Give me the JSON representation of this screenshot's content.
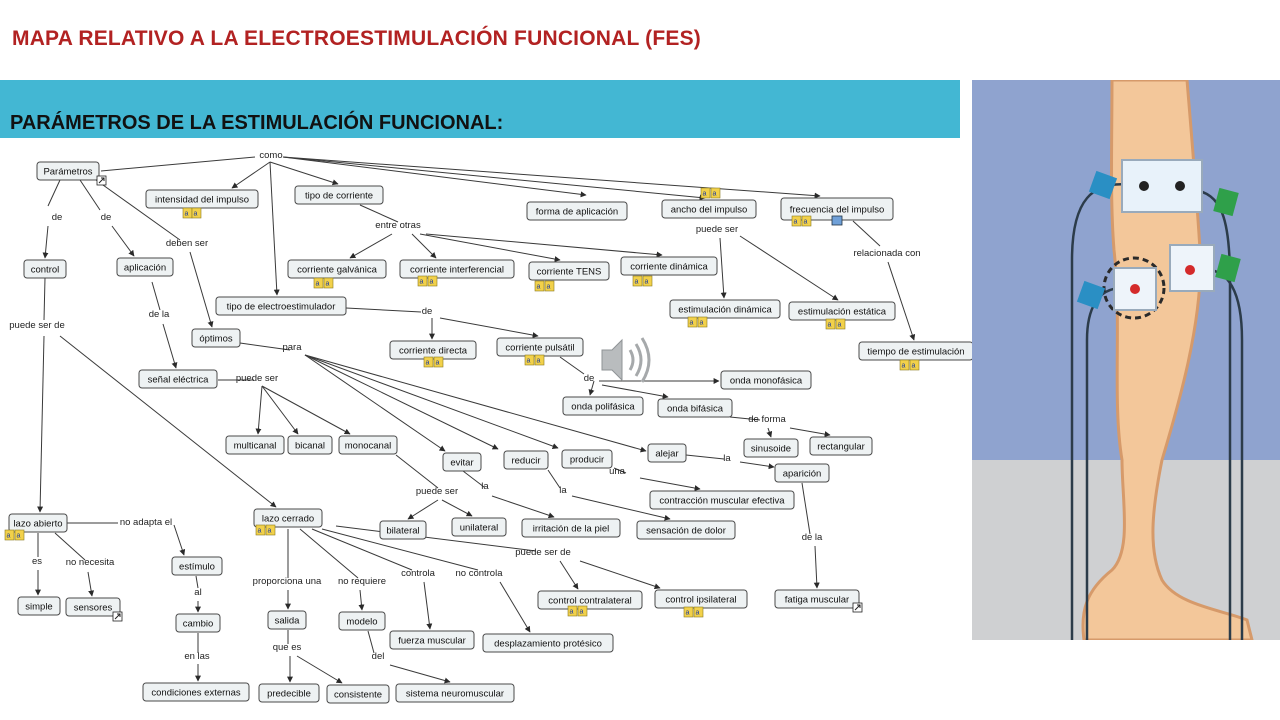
{
  "header": {
    "title": "MAPA RELATIVO A LA ELECTROESTIMULACIÓN FUNCIONAL (FES)",
    "subtitle": "PARÁMETROS DE LA ESTIMULACIÓN FUNCIONAL:"
  },
  "map": {
    "nodes": [
      {
        "id": "parametros",
        "text": "Parámetros"
      },
      {
        "id": "intensidad",
        "text": "intensidad del impulso"
      },
      {
        "id": "tipo_corriente",
        "text": "tipo de corriente"
      },
      {
        "id": "forma_aplicacion",
        "text": "forma de aplicación"
      },
      {
        "id": "ancho",
        "text": "ancho del impulso"
      },
      {
        "id": "frecuencia",
        "text": "frecuencia del impulso"
      },
      {
        "id": "control",
        "text": "control"
      },
      {
        "id": "aplicacion",
        "text": "aplicación"
      },
      {
        "id": "galvanica",
        "text": "corriente galvánica"
      },
      {
        "id": "interferencial",
        "text": "corriente interferencial"
      },
      {
        "id": "tens",
        "text": "corriente TENS"
      },
      {
        "id": "dinamica",
        "text": "corriente dinámica"
      },
      {
        "id": "tipo_electro",
        "text": "tipo de electroestimulador"
      },
      {
        "id": "est_dinamica",
        "text": "estimulación dinámica"
      },
      {
        "id": "est_estatica",
        "text": "estimulación estática"
      },
      {
        "id": "optimos",
        "text": "óptimos"
      },
      {
        "id": "directa",
        "text": "corriente directa"
      },
      {
        "id": "pulsatil",
        "text": "corriente pulsátil"
      },
      {
        "id": "tiempo",
        "text": "tiempo de estimulación"
      },
      {
        "id": "senal",
        "text": "señal eléctrica"
      },
      {
        "id": "monofasica",
        "text": "onda monofásica"
      },
      {
        "id": "polifasica",
        "text": "onda polifásica"
      },
      {
        "id": "bifasica",
        "text": "onda bifásica"
      },
      {
        "id": "multicanal",
        "text": "multicanal"
      },
      {
        "id": "bicanal",
        "text": "bicanal"
      },
      {
        "id": "monocanal",
        "text": "monocanal"
      },
      {
        "id": "sinusoide",
        "text": "sinusoide"
      },
      {
        "id": "rectangular",
        "text": "rectangular"
      },
      {
        "id": "evitar",
        "text": "evitar"
      },
      {
        "id": "reducir",
        "text": "reducir"
      },
      {
        "id": "producir",
        "text": "producir"
      },
      {
        "id": "alejar",
        "text": "alejar"
      },
      {
        "id": "aparicion",
        "text": "aparición"
      },
      {
        "id": "contraccion",
        "text": "contracción muscular efectiva"
      },
      {
        "id": "lazo_abierto",
        "text": "lazo abierto"
      },
      {
        "id": "lazo_cerrado",
        "text": "lazo cerrado"
      },
      {
        "id": "bilateral",
        "text": "bilateral"
      },
      {
        "id": "unilateral",
        "text": "unilateral"
      },
      {
        "id": "irritacion",
        "text": "irritación de la piel"
      },
      {
        "id": "dolor",
        "text": "sensación de dolor"
      },
      {
        "id": "estimulo",
        "text": "estímulo"
      },
      {
        "id": "simple",
        "text": "simple"
      },
      {
        "id": "sensores",
        "text": "sensores"
      },
      {
        "id": "cambio",
        "text": "cambio"
      },
      {
        "id": "salida",
        "text": "salida"
      },
      {
        "id": "modelo",
        "text": "modelo"
      },
      {
        "id": "fuerza",
        "text": "fuerza muscular"
      },
      {
        "id": "desplazamiento",
        "text": "desplazamiento protésico"
      },
      {
        "id": "contralateral",
        "text": "control contralateral"
      },
      {
        "id": "ipsilateral",
        "text": "control ipsilateral"
      },
      {
        "id": "fatiga",
        "text": "fatiga muscular"
      },
      {
        "id": "condiciones",
        "text": "condiciones externas"
      },
      {
        "id": "predecible",
        "text": "predecible"
      },
      {
        "id": "consistente",
        "text": "consistente"
      },
      {
        "id": "neuromuscular",
        "text": "sistema neuromuscular"
      }
    ],
    "link_labels": [
      {
        "id": "como",
        "text": "como"
      },
      {
        "id": "de1",
        "text": "de"
      },
      {
        "id": "de2",
        "text": "de"
      },
      {
        "id": "deben_ser",
        "text": "deben ser"
      },
      {
        "id": "entre_otras",
        "text": "entre otras"
      },
      {
        "id": "puede_ser1",
        "text": "puede ser"
      },
      {
        "id": "relacionada",
        "text": "relacionada con"
      },
      {
        "id": "puede_ser_de",
        "text": "puede ser de"
      },
      {
        "id": "de_la",
        "text": "de la"
      },
      {
        "id": "de3",
        "text": "de"
      },
      {
        "id": "para",
        "text": "para"
      },
      {
        "id": "de4",
        "text": "de"
      },
      {
        "id": "puede_ser2",
        "text": "puede ser"
      },
      {
        "id": "de_forma",
        "text": "de forma"
      },
      {
        "id": "la1",
        "text": "la"
      },
      {
        "id": "una",
        "text": "una"
      },
      {
        "id": "puede_ser3",
        "text": "puede ser"
      },
      {
        "id": "la2",
        "text": "la"
      },
      {
        "id": "la3",
        "text": "la"
      },
      {
        "id": "no_adapta",
        "text": "no adapta el"
      },
      {
        "id": "puede_ser_de2",
        "text": "puede ser de"
      },
      {
        "id": "de_la2",
        "text": "de la"
      },
      {
        "id": "es",
        "text": "es"
      },
      {
        "id": "no_necesita",
        "text": "no necesita"
      },
      {
        "id": "al",
        "text": "al"
      },
      {
        "id": "proporciona",
        "text": "proporciona una"
      },
      {
        "id": "no_requiere",
        "text": "no requiere"
      },
      {
        "id": "controla",
        "text": "controla"
      },
      {
        "id": "no_controla",
        "text": "no controla"
      },
      {
        "id": "en_las",
        "text": "en las"
      },
      {
        "id": "que_es",
        "text": "que es"
      },
      {
        "id": "del",
        "text": "del"
      }
    ]
  },
  "colors": {
    "title": "#b22222",
    "band": "#43b7d3"
  },
  "icons": [
    "speaker-icon",
    "resource-badge-icon",
    "link-arrow-icon",
    "image-icon"
  ]
}
